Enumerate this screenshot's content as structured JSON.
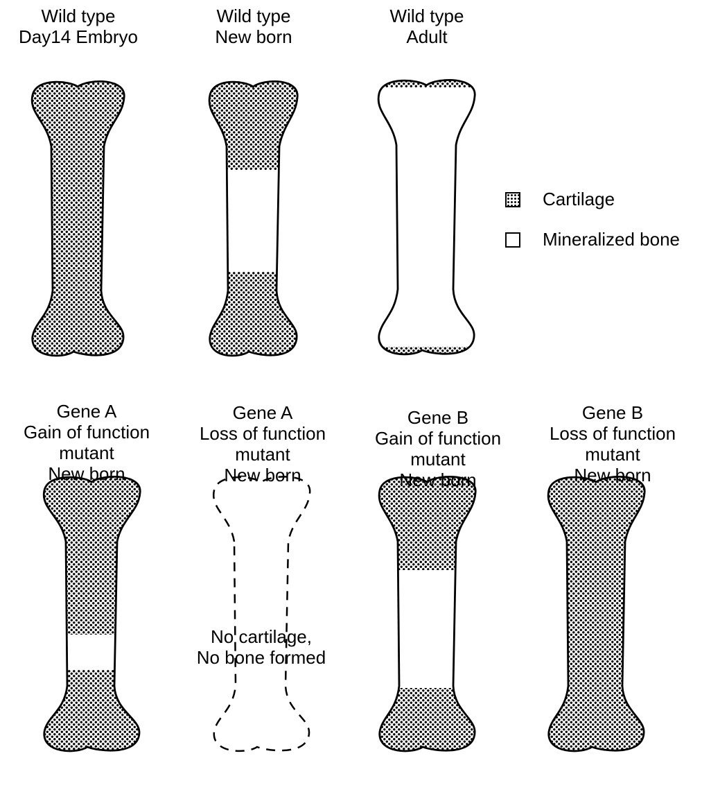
{
  "panels": [
    {
      "lines": [
        "Wild type",
        "Day14 Embryo"
      ],
      "state": "all-cartilage"
    },
    {
      "lines": [
        "Wild type",
        "New born"
      ],
      "state": "wt-newborn"
    },
    {
      "lines": [
        "Wild type",
        "Adult"
      ],
      "state": "adult"
    },
    {
      "lines": [
        "Gene A",
        "Gain of function",
        "mutant",
        "New born"
      ],
      "state": "geneA-gain"
    },
    {
      "lines": [
        "Gene A",
        "Loss of function",
        "mutant",
        "New born"
      ],
      "state": "dashed",
      "note": [
        "No cartilage,",
        "No bone formed"
      ]
    },
    {
      "lines": [
        "Gene B",
        "Gain of function",
        "mutant",
        "New born"
      ],
      "state": "geneB-gain"
    },
    {
      "lines": [
        "Gene B",
        "Loss of function",
        "mutant",
        "New born"
      ],
      "state": "all-cartilage"
    }
  ],
  "legend": {
    "cartilage": "Cartilage",
    "bone": "Mineralized bone"
  },
  "colors": {
    "ink": "#000000",
    "background": "#ffffff"
  }
}
